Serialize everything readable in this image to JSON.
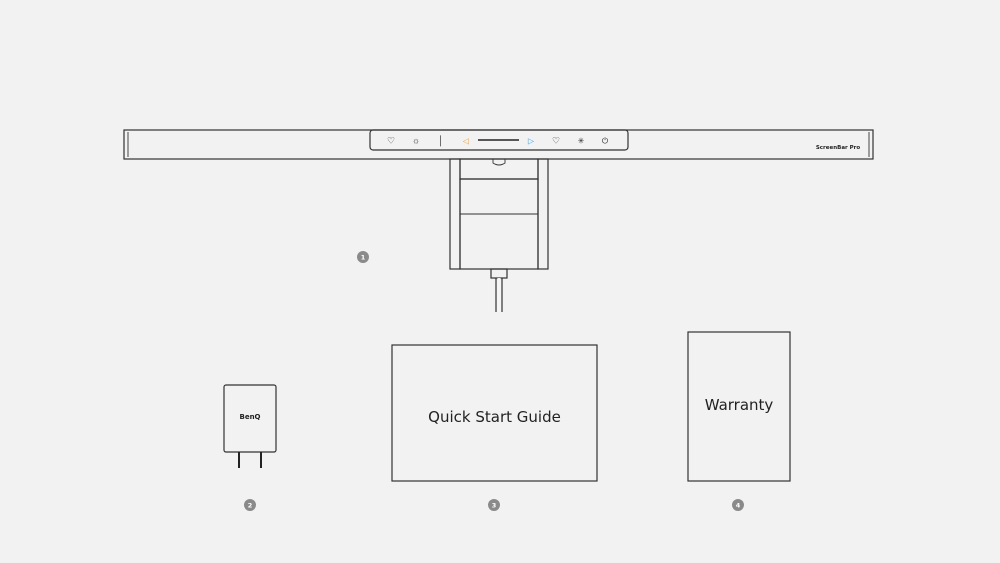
{
  "lamp": {
    "model_label": "ScreenBar Pro",
    "control_icons": [
      {
        "name": "auto-mode-icon",
        "glyph": "♡"
      },
      {
        "name": "brightness-icon",
        "glyph": "☼"
      },
      {
        "name": "temperature-icon",
        "glyph": "│"
      },
      {
        "name": "slider-left-arrow-icon",
        "glyph": "◁",
        "color": "#e8a13c"
      },
      {
        "name": "slider-right-arrow-icon",
        "glyph": "▷",
        "color": "#3aa0dc"
      },
      {
        "name": "favorite-icon",
        "glyph": "♡"
      },
      {
        "name": "night-mode-icon",
        "glyph": "✳"
      },
      {
        "name": "power-icon",
        "glyph": "⏻"
      }
    ]
  },
  "adapter": {
    "brand_label": "BenQ"
  },
  "guide": {
    "title": "Quick Start Guide"
  },
  "warranty": {
    "title": "Warranty"
  },
  "badges": [
    "1",
    "2",
    "3",
    "4"
  ]
}
